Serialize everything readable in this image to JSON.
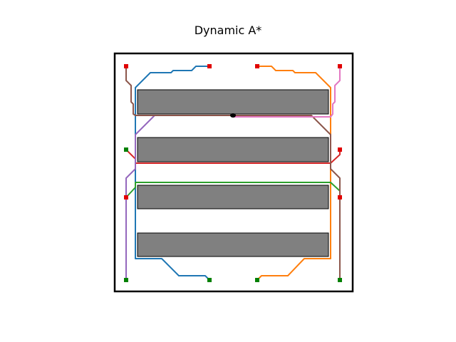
{
  "title": "Dynamic A*",
  "colors": {
    "obstacle": "#808080",
    "start_marker": "#008000",
    "goal_marker": "#e00000",
    "frame": "#000000"
  },
  "paths": [
    {
      "id": "blue",
      "color": "#1f77b4"
    },
    {
      "id": "orange",
      "color": "#ff7f0e"
    },
    {
      "id": "green",
      "color": "#2ca02c"
    },
    {
      "id": "red",
      "color": "#d62728"
    },
    {
      "id": "purple",
      "color": "#9467bd"
    },
    {
      "id": "brown",
      "color": "#8c564b"
    },
    {
      "id": "pink",
      "color": "#e377c2"
    }
  ]
}
